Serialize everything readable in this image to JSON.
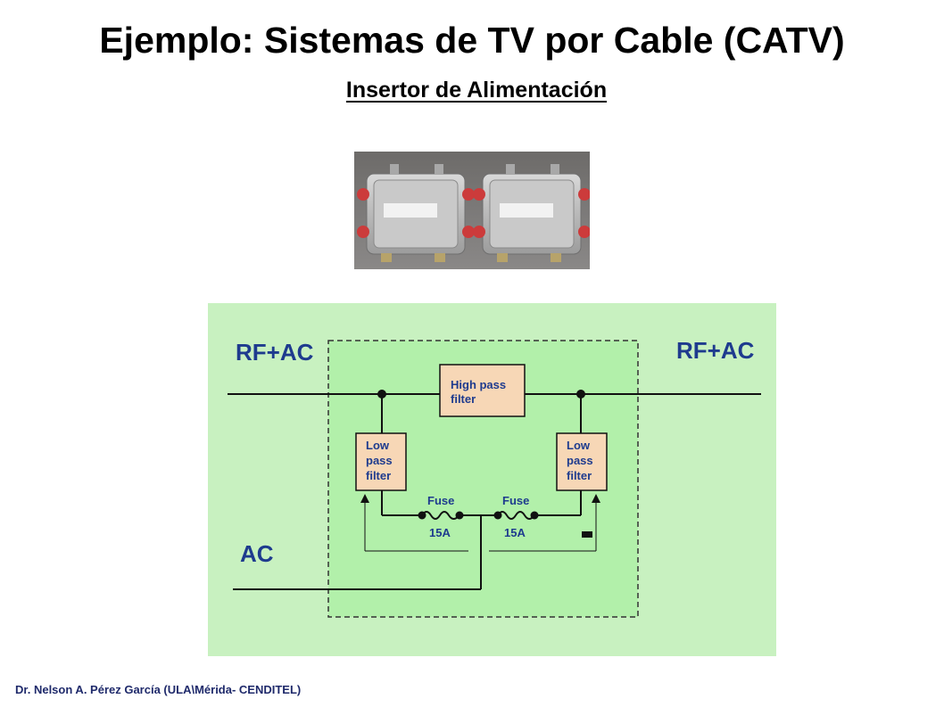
{
  "slide": {
    "title": "Ejemplo: Sistemas de TV por Cable (CATV)",
    "subtitle": "Insertor de Alimentación",
    "footer": "Dr. Nelson A. Pérez García (ULA\\Mérida- CENDITEL)"
  },
  "diagram": {
    "rf_ac_left": "RF+AC",
    "rf_ac_right": "RF+AC",
    "ac_label": "AC",
    "high_pass": [
      "High pass",
      "filter"
    ],
    "low_pass_left": [
      "Low",
      "pass",
      "filter"
    ],
    "low_pass_right": [
      "Low",
      "pass",
      "filter"
    ],
    "fuse_left": {
      "label": "Fuse",
      "rating": "15A"
    },
    "fuse_right": {
      "label": "Fuse",
      "rating": "15A"
    },
    "colors": {
      "background": "#c8f1c0",
      "enclosure": "#b2f0aa",
      "filter_box": "#f7d7b6",
      "label_blue": "#1e3b8e",
      "line": "#111111"
    }
  }
}
